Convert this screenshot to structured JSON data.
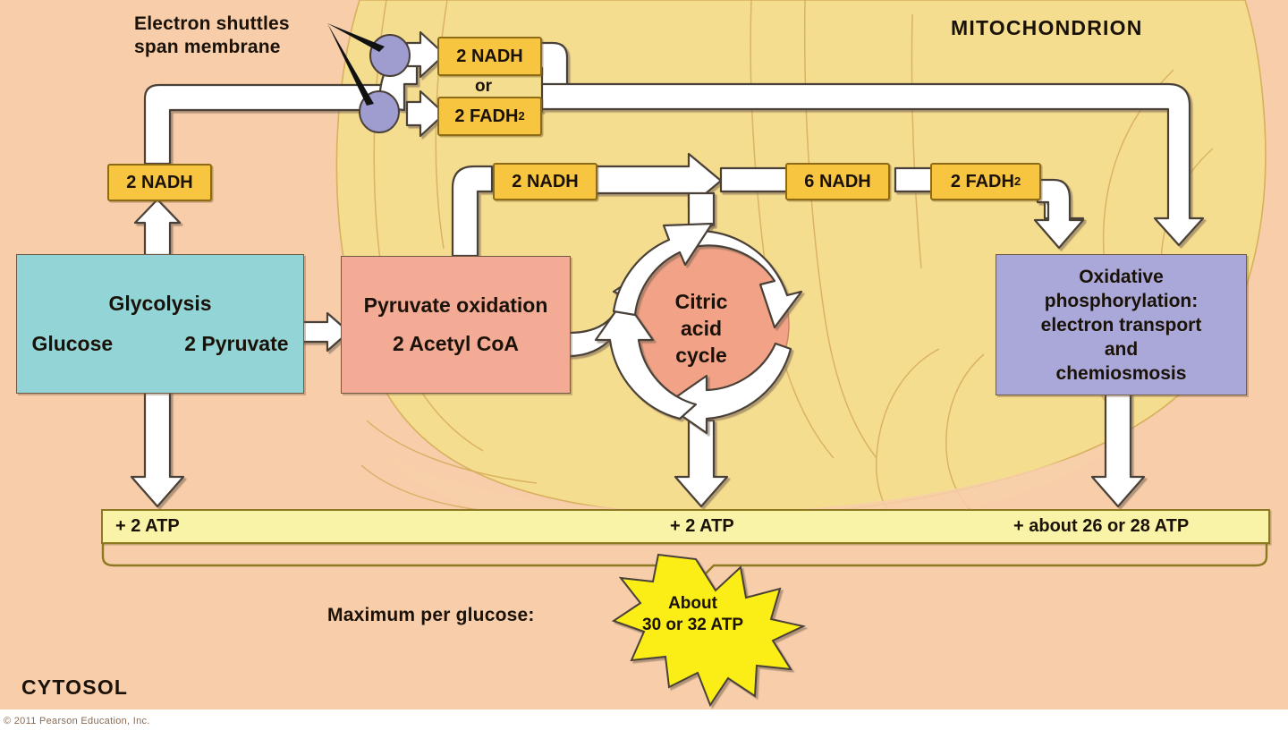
{
  "diagram": {
    "title": "Cellular respiration energy yield overview",
    "regions": {
      "mitochondrion": "MITOCHONDRION",
      "cytosol": "CYTOSOL"
    },
    "annotations": {
      "electron_shuttles": "Electron shuttles\nspan membrane",
      "maximum_per_glucose": "Maximum per glucose:"
    },
    "copyright": "© 2011 Pearson Education, Inc.",
    "processes": {
      "glycolysis": {
        "title": "Glycolysis",
        "input": "Glucose",
        "output": "2 Pyruvate"
      },
      "pyruvate_oxidation": {
        "title": "Pyruvate oxidation",
        "output": "2 Acetyl CoA"
      },
      "citric_acid_cycle": {
        "line1": "Citric",
        "line2": "acid",
        "line3": "cycle"
      },
      "oxidative_phosphorylation": {
        "line1": "Oxidative",
        "line2": "phosphorylation:",
        "line3": "electron transport",
        "line4": "and",
        "line5": "chemiosmosis"
      }
    },
    "carriers": {
      "glycolysis_nadh": "2 NADH",
      "shuttle_nadh": "2 NADH",
      "shuttle_or": "or",
      "shuttle_fadh2_prefix": "2 FADH",
      "shuttle_fadh2_sub": "2",
      "pyruvate_nadh": "2 NADH",
      "citric_nadh": "6 NADH",
      "citric_fadh2_prefix": "2 FADH",
      "citric_fadh2_sub": "2"
    },
    "atp_yields": {
      "glycolysis": "+ 2 ATP",
      "citric_acid_cycle": "+ 2 ATP",
      "oxidative_phosphorylation": "+ about 26 or 28  ATP",
      "total_line1": "About",
      "total_line2": "30 or 32 ATP"
    },
    "colors": {
      "cytosol_bg": "#f7cdaa",
      "mitochondrion_bg": "#f5dd8f",
      "glycolysis_box": "#93d4d6",
      "pyruvate_box": "#f4ab96",
      "citric_circle": "#f2a286",
      "oxphos_box": "#a9a8d8",
      "carrier_chip": "#f8c540",
      "atp_bar": "#f9f3a8",
      "burst": "#fbee14",
      "shuttle_dot": "#9f9ccf",
      "arrow_fill": "#ffffff",
      "arrow_stroke": "#4a4038"
    }
  }
}
